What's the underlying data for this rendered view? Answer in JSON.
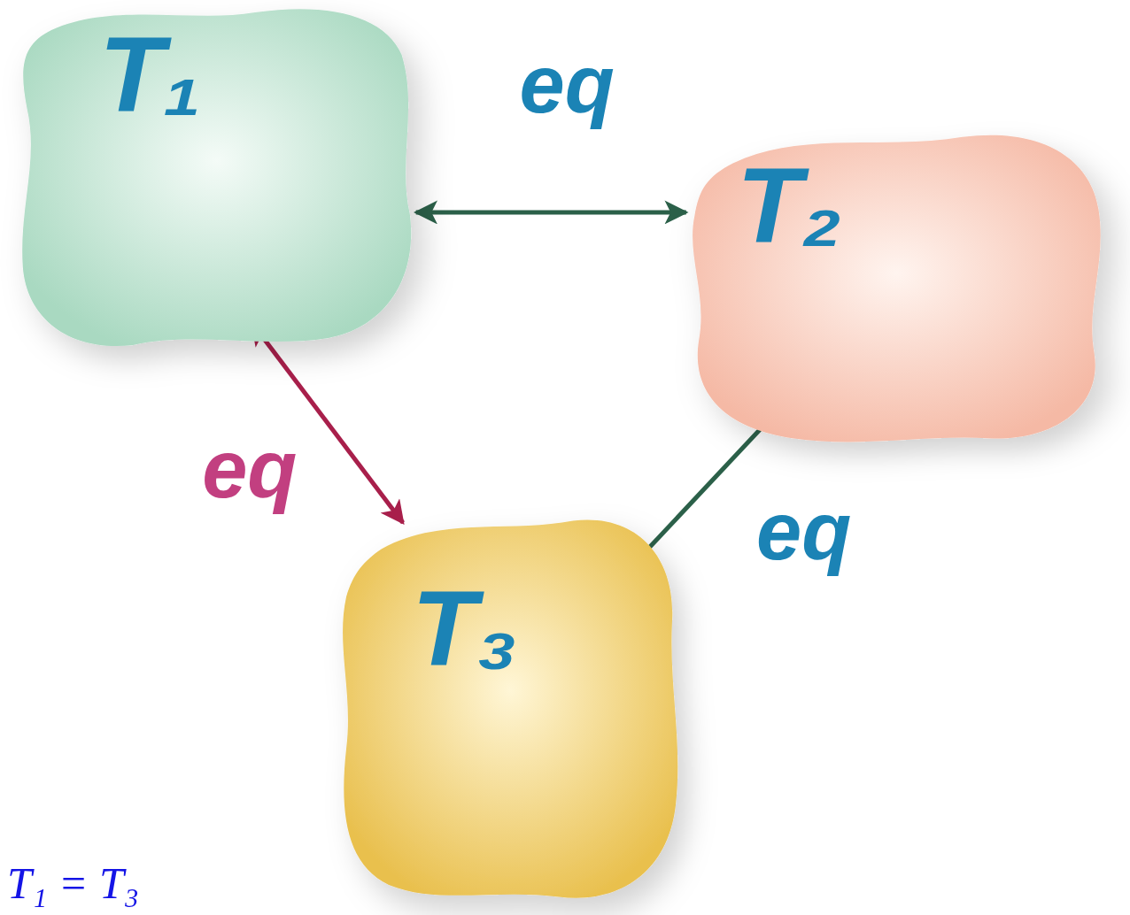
{
  "diagram": {
    "nodes": [
      {
        "text": [
          "T₁"
        ]
      },
      {
        "text": [
          "T₂"
        ]
      },
      {
        "text": [
          "T₃"
        ]
      }
    ],
    "edges": [
      {
        "from": 0,
        "to": 1,
        "label": "eq",
        "arrow": "both"
      },
      {
        "from": 0,
        "to": 2,
        "label": "eq",
        "arrow": "both"
      },
      {
        "from": 1,
        "to": 2,
        "label": "eq",
        "arrow": "both"
      }
    ],
    "labels": [
      "T₁ = T₃"
    ]
  }
}
